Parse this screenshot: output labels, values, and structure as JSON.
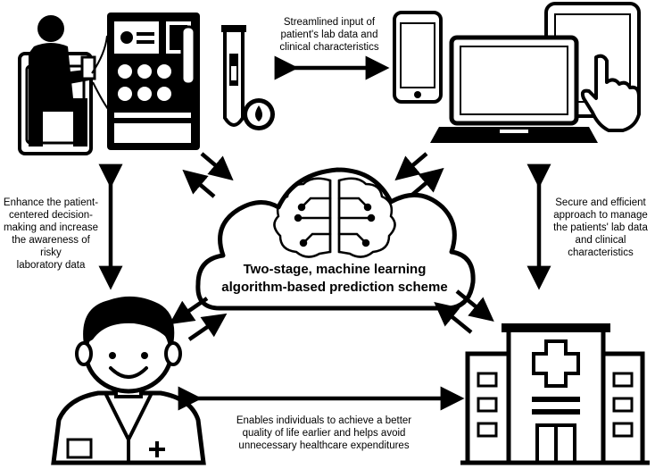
{
  "cloud": {
    "title_line1": "Two-stage, machine learning",
    "title_line2": "algorithm-based prediction scheme"
  },
  "captions": {
    "top": [
      "Streamlined input of",
      "patient's lab data and",
      "clinical characteristics"
    ],
    "left": [
      "Enhance the patient-",
      "centered decision-",
      "making and increase",
      "the awareness of risky",
      "laboratory data"
    ],
    "right": [
      "Secure and efficient",
      "approach to manage",
      "the patients' lab data",
      "and clinical",
      "characteristics"
    ],
    "bottom": [
      "Enables individuals to achieve a better",
      "quality of life earlier and helps avoid",
      "unnecessary healthcare expenditures"
    ]
  },
  "icons": [
    "dialysis-patient-icon",
    "blood-test-tube-icon",
    "devices-icon",
    "brain-circuit-icon",
    "doctor-icon",
    "hospital-icon"
  ]
}
